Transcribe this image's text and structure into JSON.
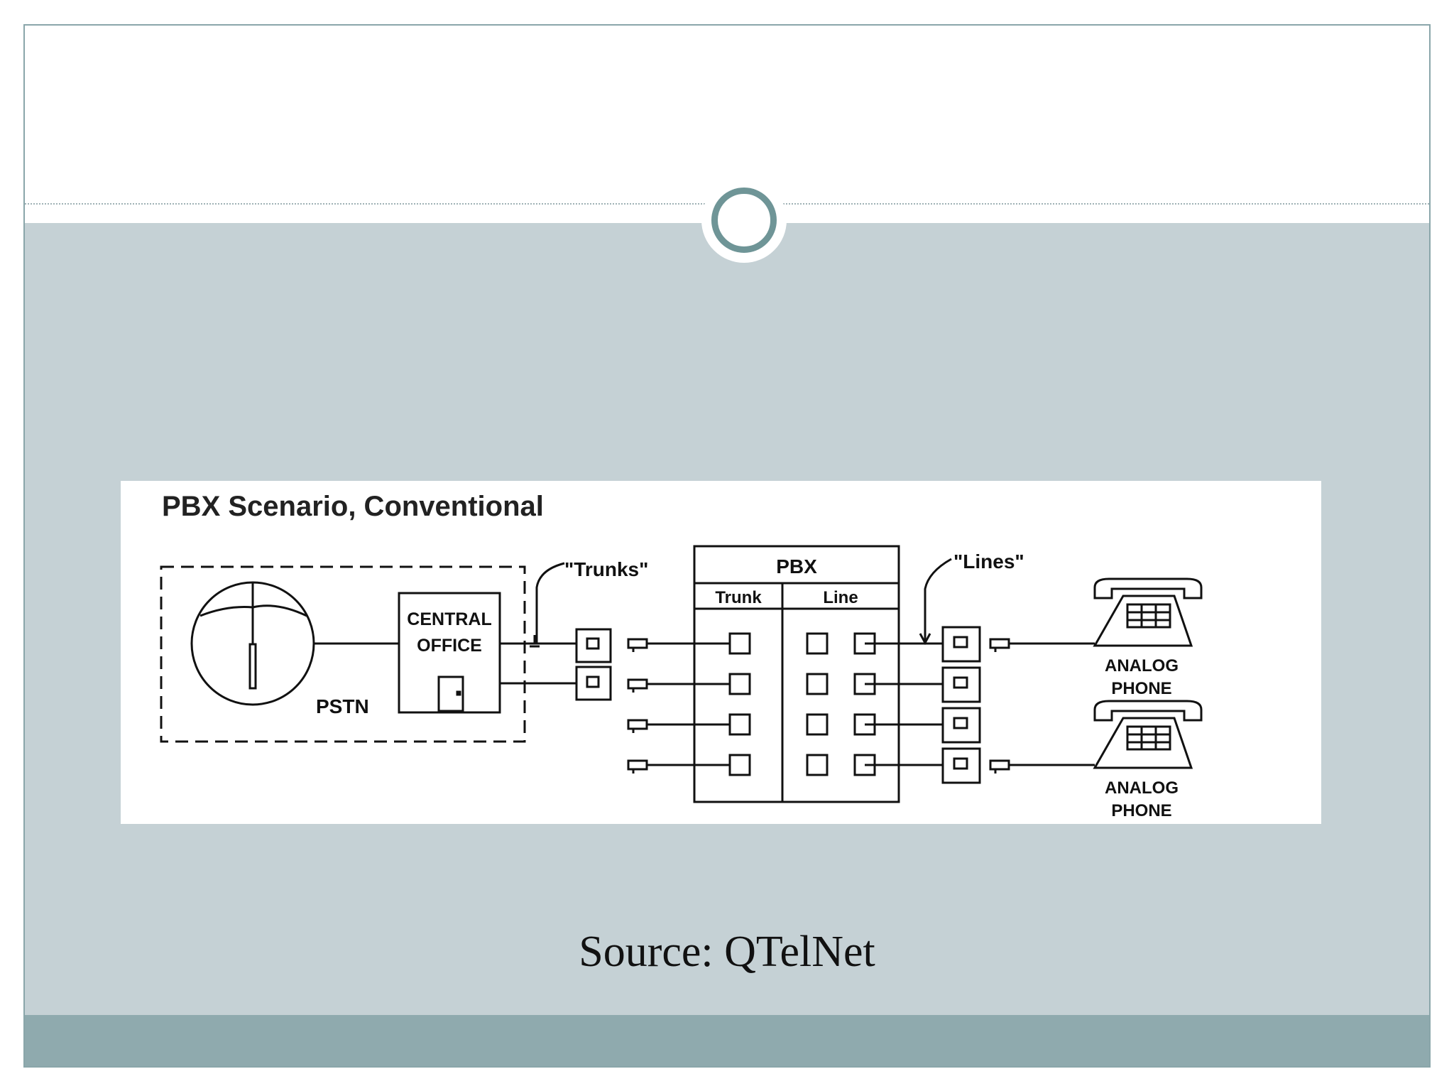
{
  "slide": {
    "source_text": "Source: QTelNet"
  },
  "diagram": {
    "title": "PBX Scenario, Conventional",
    "pstn_label": "PSTN",
    "central_office_line1": "CENTRAL",
    "central_office_line2": "OFFICE",
    "trunks_callout": "\"Trunks\"",
    "lines_callout": "\"Lines\"",
    "pbx_label": "PBX",
    "pbx_trunk_col": "Trunk",
    "pbx_line_col": "Line",
    "phone1_line1": "ANALOG",
    "phone1_line2": "PHONE",
    "phone2_line1": "ANALOG",
    "phone2_line2": "PHONE"
  },
  "colors": {
    "body_bg": "#c5d1d5",
    "footer_bar": "#8faaae",
    "ring": "#6f9597",
    "line": "#111111"
  },
  "icons": [
    "pstn-globe-icon",
    "central-office-building-icon",
    "jack-icon",
    "plug-icon",
    "analog-phone-icon",
    "decorative-ring-icon"
  ]
}
